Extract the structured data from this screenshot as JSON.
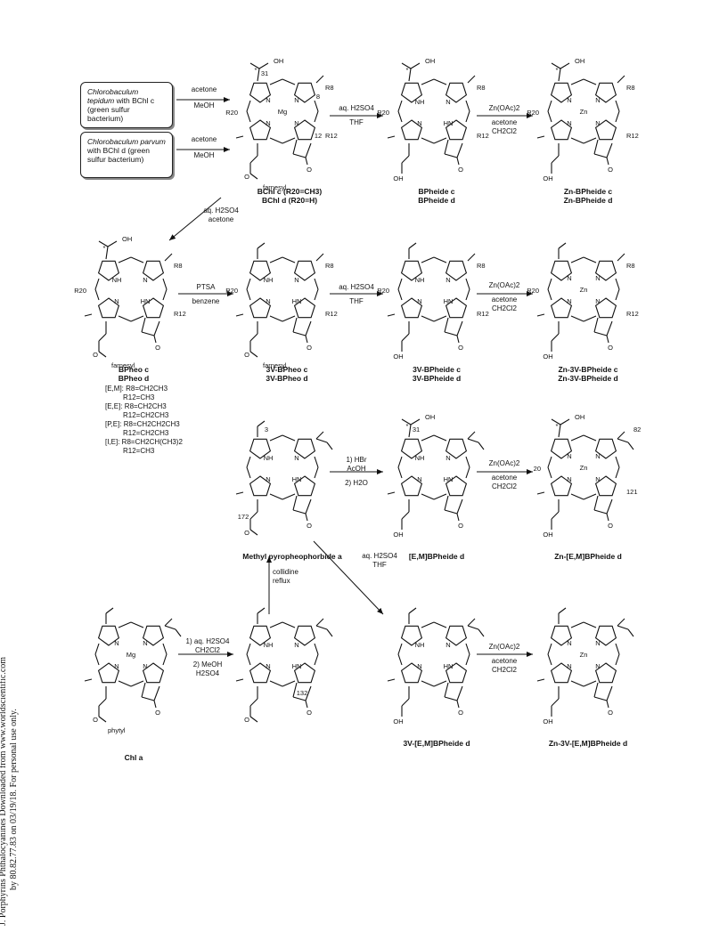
{
  "sidebar_note": {
    "line1": "J. Porphyrins Phthalocyanines Downloaded from www.worldscientific.com",
    "line2": "by 80.82.77.83 on 03/19/18. For personal use only."
  },
  "sources": [
    {
      "organism": "Chlorobaculum tepidum",
      "text": "with BChl c (green sulfur bacterium)"
    },
    {
      "organism": "Chlorobaculum parvum",
      "text": "with BChl d (green sulfur bacterium)"
    }
  ],
  "conditions": {
    "extract1": [
      "acetone",
      "MeOH"
    ],
    "extract2": [
      "acetone",
      "MeOH"
    ],
    "demetal": [
      "aq. H2SO4",
      "THF"
    ],
    "zn1": [
      "Zn(OAc)2",
      "acetone",
      "CH2Cl2"
    ],
    "acid_acetone": [
      "aq. H2SO4",
      "acetone"
    ],
    "ptsa": [
      "PTSA",
      "benzene"
    ],
    "demetal2": [
      "aq. H2SO4",
      "THF"
    ],
    "zn2": [
      "Zn(OAc)2",
      "acetone",
      "CH2Cl2"
    ],
    "hbr": [
      "1) HBr",
      "AcOH",
      "2) H2O"
    ],
    "zn3": [
      "Zn(OAc)2",
      "acetone",
      "CH2Cl2"
    ],
    "demetal3": [
      "aq. H2SO4",
      "THF"
    ],
    "collidine": [
      "collidine",
      "reflux"
    ],
    "chl": [
      "1) aq. H2SO4",
      "CH2Cl2",
      "2) MeOH",
      "H2SO4"
    ],
    "zn4": [
      "Zn(OAc)2",
      "acetone",
      "CH2Cl2"
    ]
  },
  "compounds": {
    "bchl": [
      "BChl c (R20=CH3)",
      "BChl d (R20=H)"
    ],
    "bpheide": [
      "BPheide c",
      "BPheide d"
    ],
    "znbpheide": [
      "Zn-BPheide c",
      "Zn-BPheide d"
    ],
    "bpheo": [
      "BPheo c",
      "BPheo d"
    ],
    "v3bpheo": [
      "3V-BPheo c",
      "3V-BPheo d"
    ],
    "v3bpheide": [
      "3V-BPheide c",
      "3V-BPheide d"
    ],
    "znv3bpheide": [
      "Zn-3V-BPheide c",
      "Zn-3V-BPheide d"
    ],
    "mpp": "Methyl pyropheophorbide a",
    "em_bpheide": "[E,M]BPheide d",
    "zn_em_bpheide": "Zn-[E,M]BPheide d",
    "chl": "Chl a",
    "v3_em": "3V-[E,M]BPheide d",
    "zn_v3_em": "Zn-3V-[E,M]BPheide d"
  },
  "substituents": [
    "[E,M]: R8=CH2CH3",
    "R12=CH3",
    "[E,E]: R8=CH2CH3",
    "R12=CH2CH3",
    "[P,E]: R8=CH2CH2CH3",
    "R12=CH2CH3",
    "[I,E]: R8=CH2CH(CH3)2",
    "R12=CH3"
  ],
  "atom_labels": {
    "mg": "Mg",
    "zn": "Zn",
    "nh": "NH",
    "hn": "HN",
    "n": "N",
    "oh": "OH",
    "o": "O",
    "r8": "R8",
    "r12": "R12",
    "r20": "R20",
    "farnesyl": "farnesyl",
    "phytyl": "phytyl",
    "c31": "31",
    "c8": "8",
    "c12": "12",
    "c3": "3",
    "c172": "172",
    "c132": "132",
    "c82": "82",
    "c121": "121",
    "c20": "20",
    "star": "*"
  }
}
